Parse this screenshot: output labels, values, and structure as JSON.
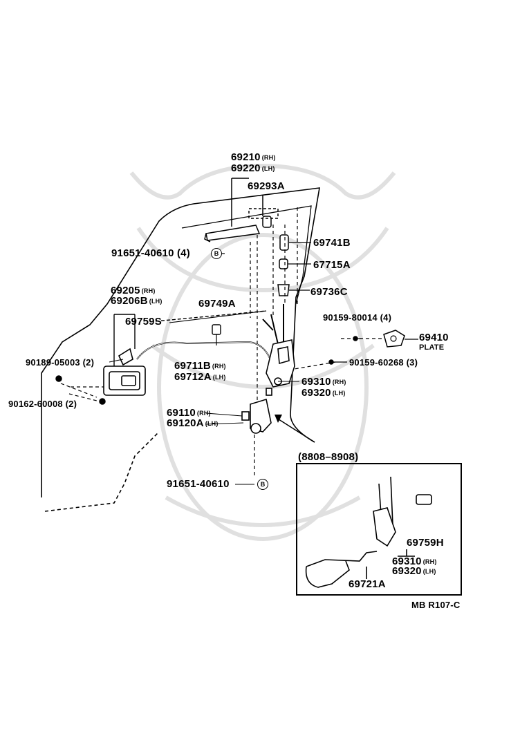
{
  "parts": {
    "p69210": "69210",
    "p69210_side": "(RH)",
    "p69220": "69220",
    "p69220_side": "(LH)",
    "p69293A": "69293A",
    "p69741B": "69741B",
    "p67715A": "67715A",
    "p69736C": "69736C",
    "p91651_40610_4": "91651-40610 (4)",
    "p69205": "69205",
    "p69205_side": "(RH)",
    "p69206B": "69206B",
    "p69206B_side": "(LH)",
    "p69749A": "69749A",
    "p69759S": "69759S",
    "p90159_80014": "90159-80014 (4)",
    "p69410": "69410",
    "p69410_sub": "PLATE",
    "p90189_05003": "90189-05003 (2)",
    "p69711B": "69711B",
    "p69711B_side": "(RH)",
    "p69712A": "69712A",
    "p69712A_side": "(LH)",
    "p90159_60268": "90159-60268 (3)",
    "p69310": "69310",
    "p69310_side": "(RH)",
    "p69320": "69320",
    "p69320_side": "(LH)",
    "p90162_60008": "90162-60008 (2)",
    "p69110": "69110",
    "p69110_side": "(RH)",
    "p69120A": "69120A",
    "p69120A_side": "(LH)",
    "p91651_40610": "91651-40610",
    "bolt_marker": "B"
  },
  "inset": {
    "date_range": "(8808–8908)",
    "p69759H": "69759H",
    "p69310": "69310",
    "p69310_side": "(RH)",
    "p69320": "69320",
    "p69320_side": "(LH)",
    "p69721A": "69721A"
  },
  "diagram_code": "MB R107-C"
}
